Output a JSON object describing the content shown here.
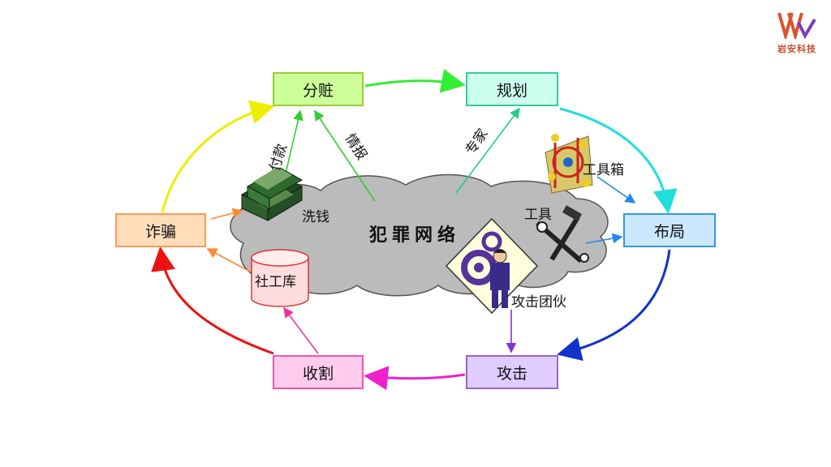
{
  "brand": {
    "text": "岩安科技",
    "accent": "#d9532b"
  },
  "nodes": {
    "split": {
      "label": "分赃",
      "fill": "#ccff99",
      "border": "#99cc33"
    },
    "plan": {
      "label": "规划",
      "fill": "#ccffee",
      "border": "#33cc99"
    },
    "layout": {
      "label": "布局",
      "fill": "#cce8ff",
      "border": "#3399dd"
    },
    "attack": {
      "label": "攻击",
      "fill": "#e0ccff",
      "border": "#9966cc"
    },
    "harvest": {
      "label": "收割",
      "fill": "#ffccee",
      "border": "#ee55aa"
    },
    "fraud": {
      "label": "诈骗",
      "fill": "#ffddbb",
      "border": "#ff9955"
    }
  },
  "center": {
    "title": "犯罪网络",
    "cloud_fill": "#bbbbbb"
  },
  "labels": {
    "payment": "付款",
    "intel": "情报",
    "expert": "专家",
    "laundering": "洗钱",
    "toolbox": "工具箱",
    "tools": "工具",
    "attack_team": "攻击团伙",
    "database": "社工库"
  }
}
